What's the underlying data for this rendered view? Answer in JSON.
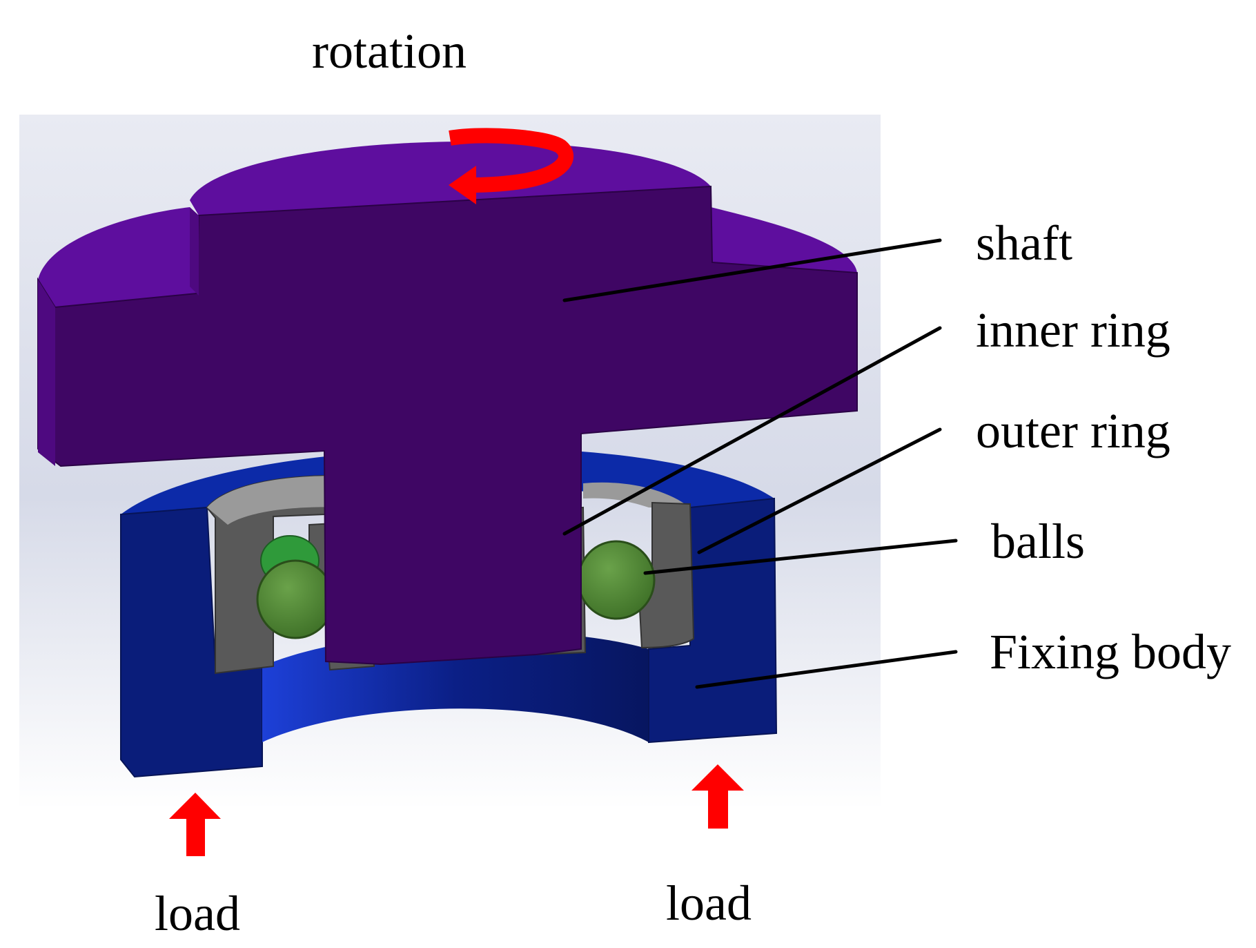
{
  "labels": {
    "rotation": "rotation",
    "shaft": "shaft",
    "inner_ring": "inner ring",
    "outer_ring": "outer ring",
    "balls": "balls",
    "fixing_body": "Fixing body",
    "load_left": "load",
    "load_right": "load"
  },
  "colors": {
    "shaft_top": "#5e0e9e",
    "shaft_side": "#3f0664",
    "fixing_body": "#0a1d7a",
    "fixing_body_top": "#0c2aa8",
    "ring_gray": "#595959",
    "ring_light": "#9a9a9a",
    "ball_green": "#4f8a34",
    "arrow_red": "#ff0000"
  }
}
